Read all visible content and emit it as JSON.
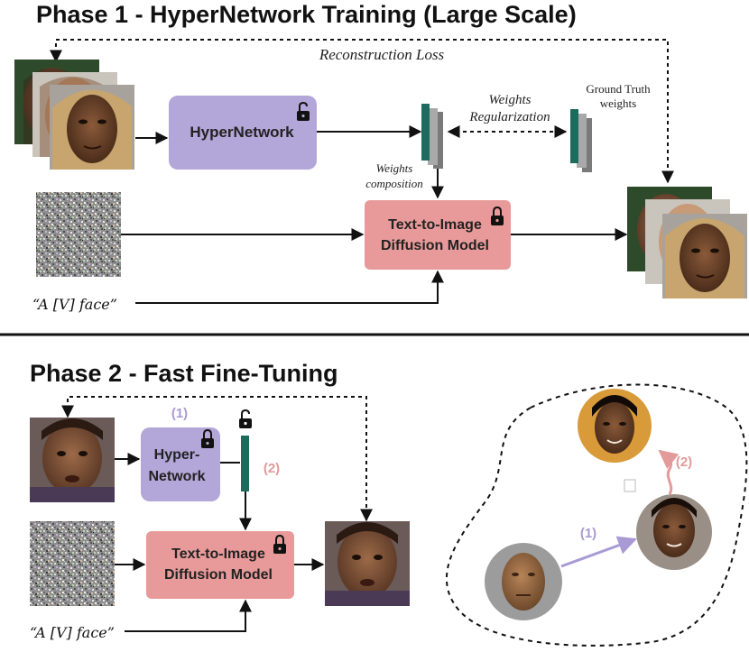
{
  "phase1": {
    "title": "Phase 1 - HyperNetwork Training (Large Scale)",
    "reconstruction_loss": "Reconstruction Loss",
    "weights_regularization_line1": "Weights",
    "weights_regularization_line2": "Regularization",
    "ground_truth_line1": "Ground Truth",
    "ground_truth_line2": "weights",
    "weights_composition_line1": "Weights",
    "weights_composition_line2": "composition",
    "hypernetwork_label": "HyperNetwork",
    "t2i_line1": "Text-to-Image",
    "t2i_line2": "Diffusion Model",
    "prompt": "“A [V] face”"
  },
  "phase2": {
    "title": "Phase 2 - Fast Fine-Tuning",
    "step1_label": "(1)",
    "step2_label": "(2)",
    "hypernetwork_line1": "Hyper-",
    "hypernetwork_line2": "Network",
    "t2i_line1": "Text-to-Image",
    "t2i_line2": "Diffusion Model",
    "prompt": "“A [V] face”",
    "space_step1_label": "(1)",
    "space_step2_label": "(2)"
  },
  "colors": {
    "hypernetwork_fill": "#b3a6d8",
    "diffusion_fill": "#e89a9a",
    "weights_teal": "#1e6b5e",
    "weights_gray": "#8a8a8a",
    "step1_arrow": "#a99ad6",
    "step2_arrow": "#e39a9a"
  },
  "icons": [
    "lock-icon",
    "unlock-icon",
    "noise-image",
    "face-photo"
  ]
}
